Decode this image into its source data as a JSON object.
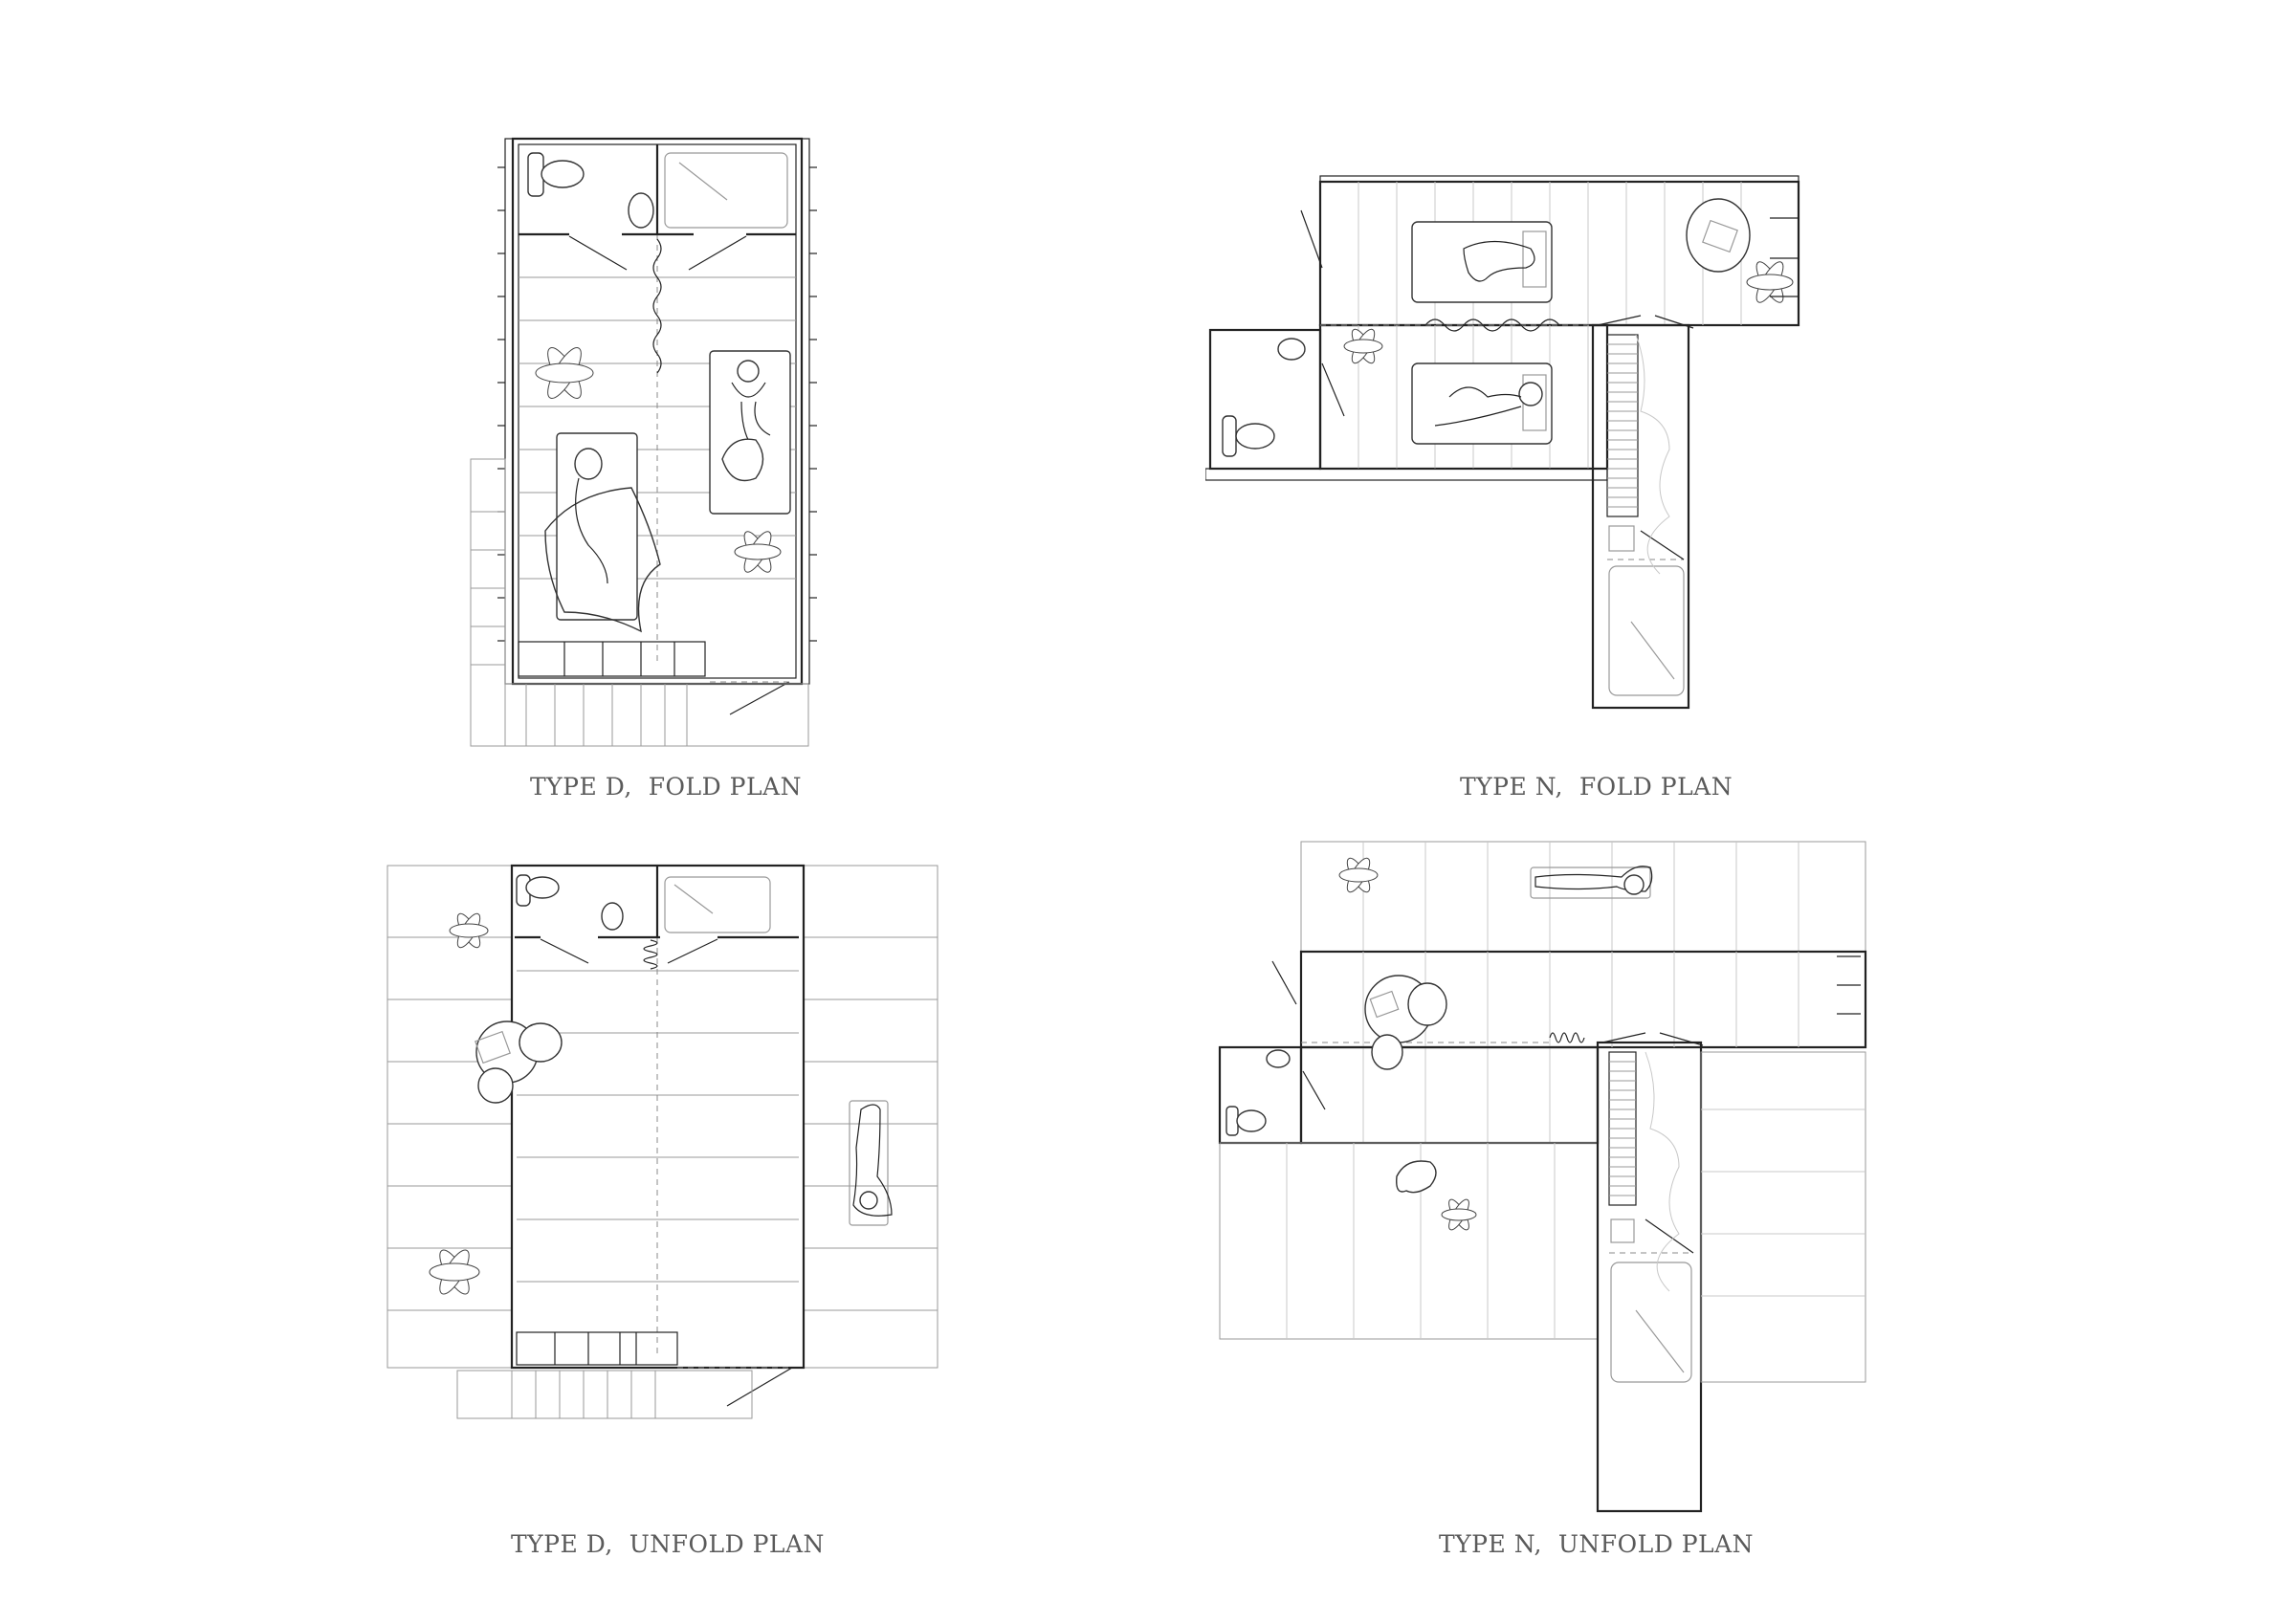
{
  "sheet": {
    "background": "#ffffff",
    "line_color": "#222222",
    "caption_color": "#5a5a5a"
  },
  "plans": [
    {
      "id": "type-d-fold",
      "caption": "TYPE D,  FOLD PLAN",
      "elements": [
        "toilet",
        "sink",
        "shower",
        "curtain",
        "plant",
        "plant",
        "bed-with-person",
        "bed-with-person-and-dog",
        "bench-storage",
        "entry-door",
        "stair"
      ]
    },
    {
      "id": "type-n-fold",
      "caption": "TYPE N,  FOLD PLAN",
      "elements": [
        "bed-with-person",
        "bed-with-person",
        "round-table",
        "plant",
        "plant",
        "shelving",
        "curtain",
        "toilet",
        "sink",
        "entry-door",
        "stair",
        "shower",
        "bench"
      ]
    },
    {
      "id": "type-d-unfold",
      "caption": "TYPE D,  UNFOLD PLAN",
      "elements": [
        "toilet",
        "sink",
        "shower",
        "curtain",
        "plant",
        "plant",
        "round-table-with-two-people",
        "sun-lounger-with-person",
        "bench-storage",
        "entry-door",
        "stair",
        "unfolded-side-decks"
      ]
    },
    {
      "id": "type-n-unfold",
      "caption": "TYPE N,  UNFOLD PLAN",
      "elements": [
        "sun-lounger-with-person",
        "plant",
        "plant",
        "round-table-with-two-people",
        "curtain",
        "toilet",
        "sink",
        "cat",
        "shelving",
        "stair",
        "shower",
        "unfolded-decks"
      ]
    }
  ]
}
